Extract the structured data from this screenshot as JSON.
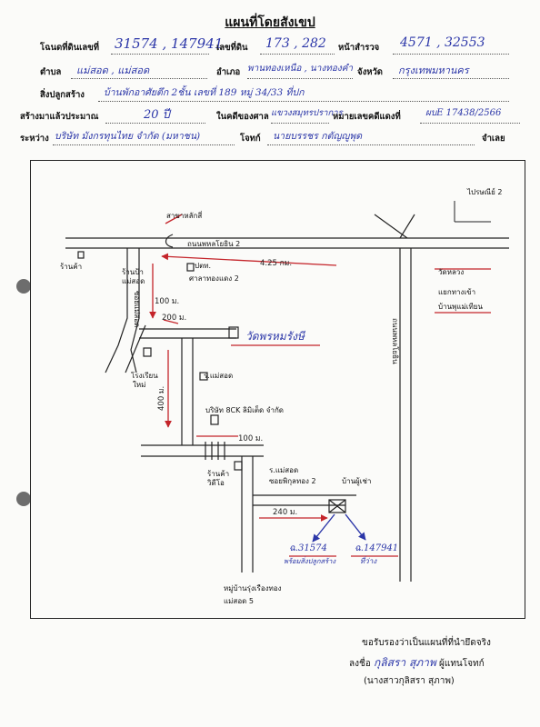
{
  "header": {
    "title": "แผนที่โดยสังเขป",
    "labels": {
      "deed_no": "โฉนดที่ดินเลขที่",
      "parcel_no": "เลขที่ดิน",
      "survey_page": "หน้าสำรวจ",
      "subdistrict": "ตำบล",
      "district": "อำเภอ",
      "province": "จังหวัด",
      "building": "สิ่งปลูกสร้าง",
      "built_approx": "สร้างมาแล้วประมาณ",
      "court_case": "ในคดีของศาล",
      "black_case": "หมายเลขคดีแดงที่",
      "between": "ระหว่าง",
      "plaintiff": "โจทก์",
      "defendant": "จำเลย"
    },
    "values": {
      "deed_no": "31574 , 147941",
      "parcel_no": "173 , 282",
      "survey_page": "4571 , 32553",
      "subdistrict": "แม่สอด , แม่สอด",
      "district": "พานทองเหนือ , นางทองคำ",
      "province": "กรุงเทพมหานคร",
      "building": "บ้านพักอาศัยตึก 2ชั้น เลขที่ 189 หมู่ 34/33 ที่ปก",
      "built_approx": "20 ปี",
      "court_case": "แขวงสมุทรปราการ",
      "black_case": "ผบE 17438/2566",
      "between_party": "บริษัท มังกรทุนไทย จำกัด (มหาชน)",
      "plaintiff_name": "นายบรรชร กตัญญูพุด"
    }
  },
  "map": {
    "labels": {
      "main_road": "ถนนพหลโยธิน",
      "main_road_2": "ถนนพหลโยธิน 2",
      "top_sign": "สาขาหลักสี่",
      "corner_sign": "ไปรษณีย์ 2",
      "pol_station": "ปตท.",
      "pol_station_2": "ศาลาทองแดง 2",
      "dist_425": "4.25 กม.",
      "shop": "ร้านป้า",
      "shop_2": "แม่สอด",
      "left_mark": "ร้านค้า",
      "right_ref": "วัดหลวง",
      "right_ref_2": "แยกทางเข้า",
      "right_ref_3": "บ้านพุแม่เทียน",
      "temple": "วัดพรหมรังษี",
      "dist_100": "100 ม.",
      "dist_200": "200 ม.",
      "vertical_street": "ซอยแม่สอด",
      "market": "โรงเรียน",
      "market_2": "ใหม่",
      "soi_mae_sot": "ร.แม่สอด",
      "coffee_shop": "บริษัท 8CK ลิมิเต็ด จำกัด",
      "dist_400": "400 ม.",
      "dist_100b": "100 ม.",
      "small_store": "ร้านค้า",
      "small_store_2": "วิดีโอ",
      "soi_label": "ซอยพิกุลทอง 2",
      "soi_label_2": "บ้านผู้เช่า",
      "soi_label_3": "ร.แม่สอด",
      "dist_240": "240 ม.",
      "deed_a": "ฉ.31574",
      "deed_a_sub": "พร้อมสิ่งปลูกสร้าง",
      "deed_b": "ฉ.147941",
      "deed_b_sub": "ที่ว่าง",
      "bottom_village": "หมู่บ้านรุ่งเรืองทอง",
      "bottom_village_2": "แม่สอด 5"
    }
  },
  "certification": {
    "statement": "ขอรับรองว่าเป็นแผนที่ที่นำยึดจริง",
    "sign_label": "ลงชื่อ",
    "signature": "กุลิสรา สุภาพ",
    "role": "ผู้แทนโจทก์",
    "printed_name": "(นางสาวกุลิสรา สุภาพ)"
  },
  "colors": {
    "ink_blue": "#2b36a8",
    "ink_red": "#c4242a",
    "pencil": "#222222"
  }
}
